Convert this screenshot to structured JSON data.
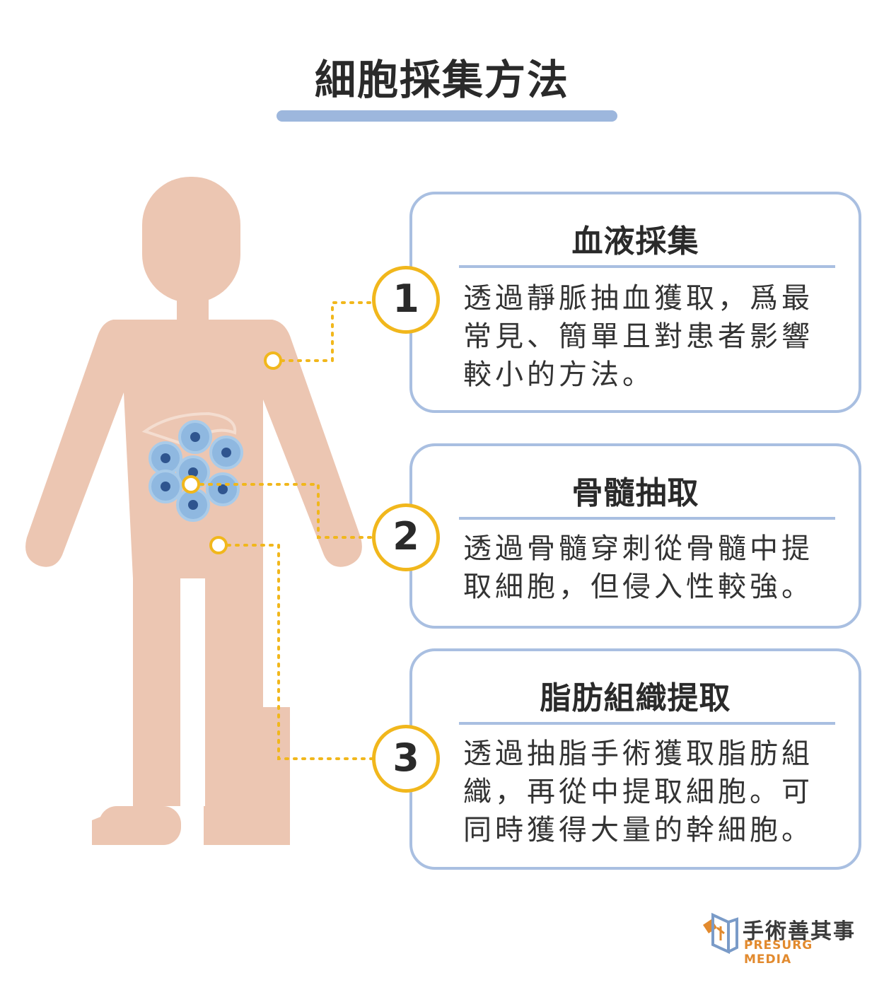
{
  "title": "細胞採集方法",
  "methods": [
    {
      "number": "1",
      "heading": "血液採集",
      "body": "透過靜脈抽血獲取，爲最常見、簡單且對患者影響較小的方法。"
    },
    {
      "number": "2",
      "heading": "骨髓抽取",
      "body": "透過骨髓穿刺從骨髓中提取細胞，但侵入性較強。"
    },
    {
      "number": "3",
      "heading": "脂肪組織提取",
      "body": "透過抽脂手術獲取脂肪組織，再從中提取細胞。可同時獲得大量的幹細胞。"
    }
  ],
  "logo": {
    "zh": "手術善其事",
    "en": "PRESURG MEDIA"
  },
  "colors": {
    "skin": "#ecc6b2",
    "accent_yellow": "#f1b71c",
    "accent_blue": "#a9bfe1",
    "cell_blue": "#8fb8e0"
  }
}
